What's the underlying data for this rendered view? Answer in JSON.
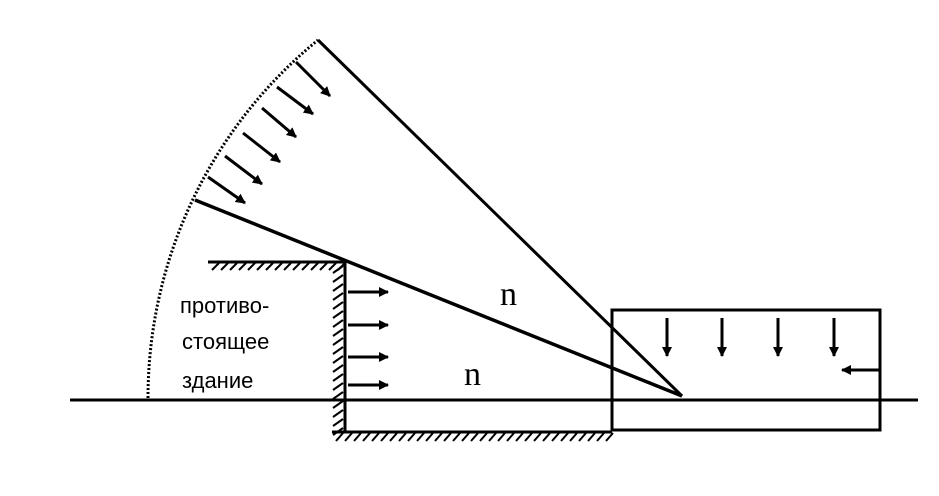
{
  "labels": {
    "building_line1": "противо-",
    "building_line2": "стоящее",
    "building_line3": "здание",
    "n_upper": "n",
    "n_lower": "n"
  },
  "colors": {
    "ink": "#000000",
    "background": "#ffffff"
  }
}
